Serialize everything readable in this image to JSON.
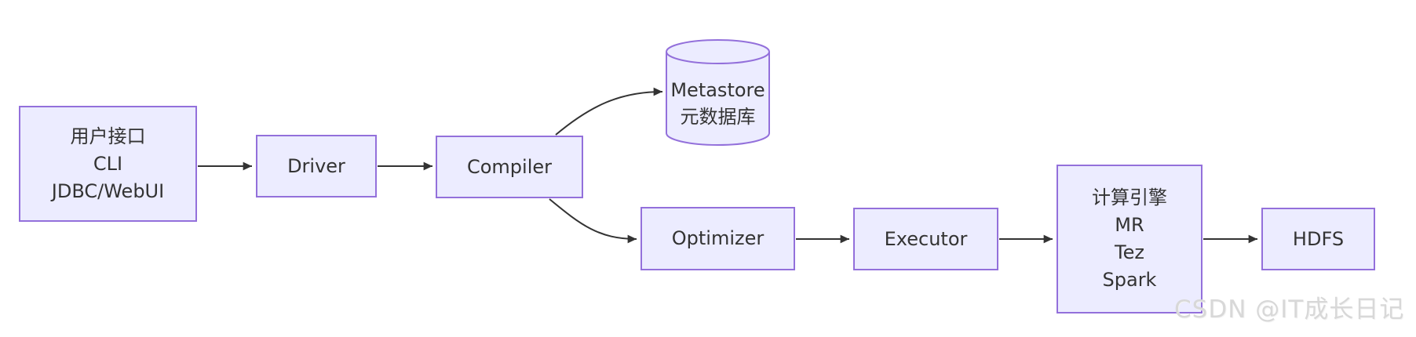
{
  "diagram": {
    "title_hint": "Hive architecture flowchart",
    "nodes": {
      "user_interface": {
        "lines": [
          "用户接口",
          "CLI",
          "JDBC/WebUI"
        ]
      },
      "driver": {
        "label": "Driver"
      },
      "compiler": {
        "label": "Compiler"
      },
      "metastore": {
        "lines": [
          "Metastore",
          "元数据库"
        ],
        "shape": "cylinder"
      },
      "optimizer": {
        "label": "Optimizer"
      },
      "executor": {
        "label": "Executor"
      },
      "compute_engine": {
        "lines": [
          "计算引擎",
          "MR",
          "Tez",
          "Spark"
        ]
      },
      "hdfs": {
        "label": "HDFS"
      }
    },
    "edges": [
      {
        "from": "user_interface",
        "to": "driver"
      },
      {
        "from": "driver",
        "to": "compiler"
      },
      {
        "from": "compiler",
        "to": "metastore"
      },
      {
        "from": "compiler",
        "to": "optimizer"
      },
      {
        "from": "optimizer",
        "to": "executor"
      },
      {
        "from": "executor",
        "to": "compute_engine"
      },
      {
        "from": "compute_engine",
        "to": "hdfs"
      }
    ],
    "colors": {
      "node_fill": "#ECECFF",
      "node_border": "#9370DB",
      "edge": "#333333",
      "text": "#333333",
      "background": "#FFFFFF",
      "watermark": "#D8D8D8"
    }
  },
  "watermark": {
    "text": "CSDN @IT成长日记"
  }
}
